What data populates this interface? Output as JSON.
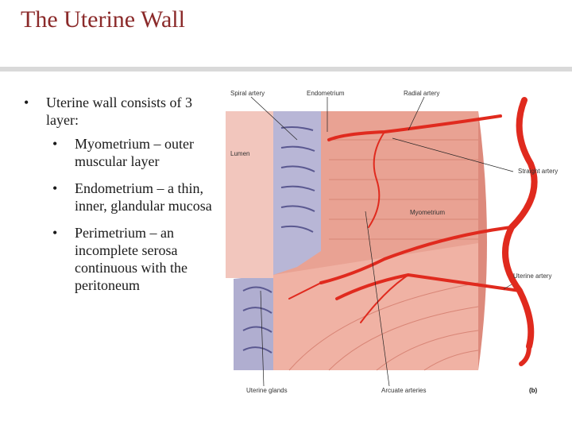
{
  "title": "The Uterine Wall",
  "bullets": {
    "main": "Uterine wall consists of 3 layer:",
    "sub": [
      "Myometrium – outer muscular layer",
      "Endometrium – a thin, inner, glandular mucosa",
      "Perimetrium – an incomplete serosa continuous with the peritoneum"
    ]
  },
  "figure": {
    "labels": {
      "spiral_artery": "Spiral artery",
      "endometrium": "Endometrium",
      "radial_artery": "Radial artery",
      "lumen": "Lumen",
      "straight_artery": "Straight artery",
      "myometrium": "Myometrium",
      "uterine_artery": "Uterine artery",
      "uterine_glands": "Uterine glands",
      "arcuate_arteries": "Arcuate arteries",
      "panel": "(b)"
    },
    "colors": {
      "artery": "#e02a1e",
      "muscle": "#e79a8c",
      "endometrium": "#b8b6d6",
      "muscle_dark": "#cf7466"
    }
  }
}
